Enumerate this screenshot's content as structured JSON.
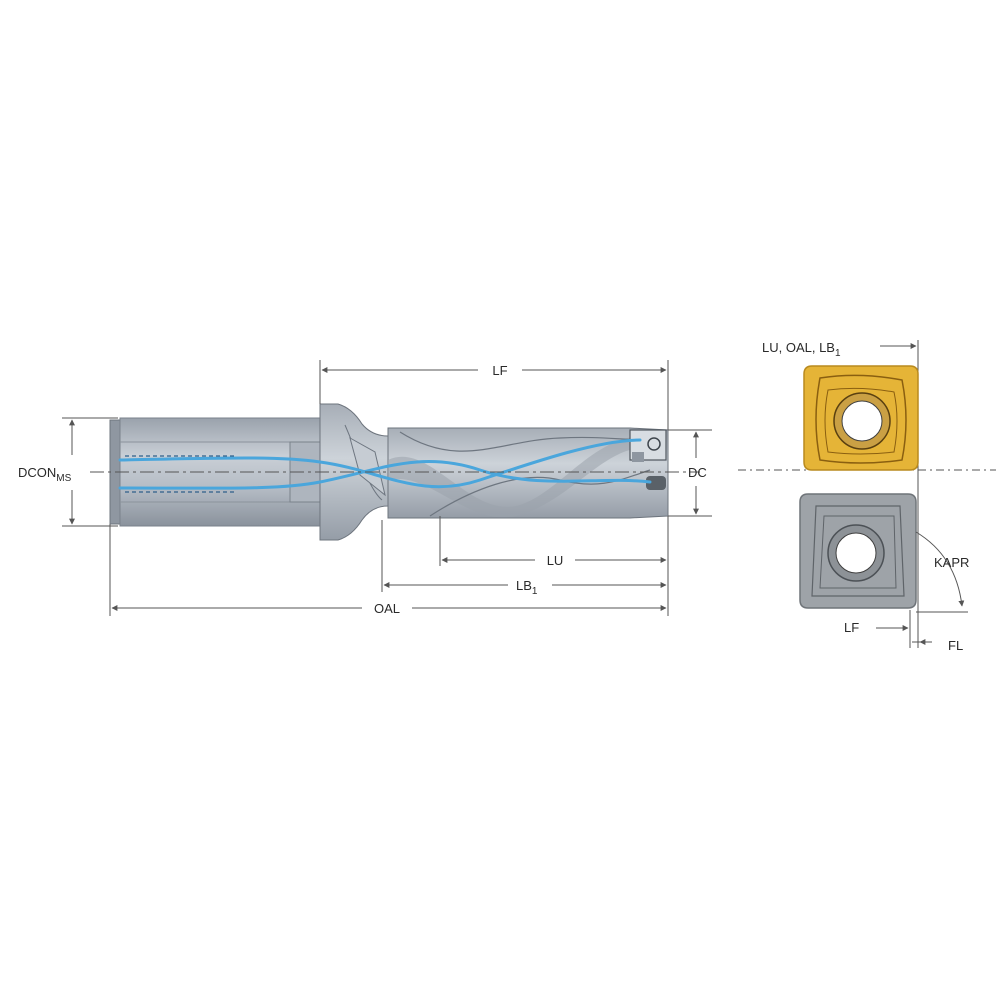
{
  "labels": {
    "lf": "LF",
    "dconms": "DCON",
    "dconms_sub": "MS",
    "dc": "DC",
    "lu": "LU",
    "lb1": "LB",
    "lb1_sub": "1",
    "oal": "OAL",
    "insert_ref": "LU, OAL, LB",
    "insert_ref_sub": "1",
    "kapr": "KAPR",
    "insert_lf": "LF",
    "fl": "FL"
  },
  "colors": {
    "body": "#b8bfc8",
    "body_dark": "#8e96a0",
    "coolant": "#4aa6dc",
    "insert_gold": "#e5b437",
    "insert_gold_dark": "#b98a1e",
    "insert_gray": "#9ea3a8",
    "dim_line": "#555555"
  }
}
